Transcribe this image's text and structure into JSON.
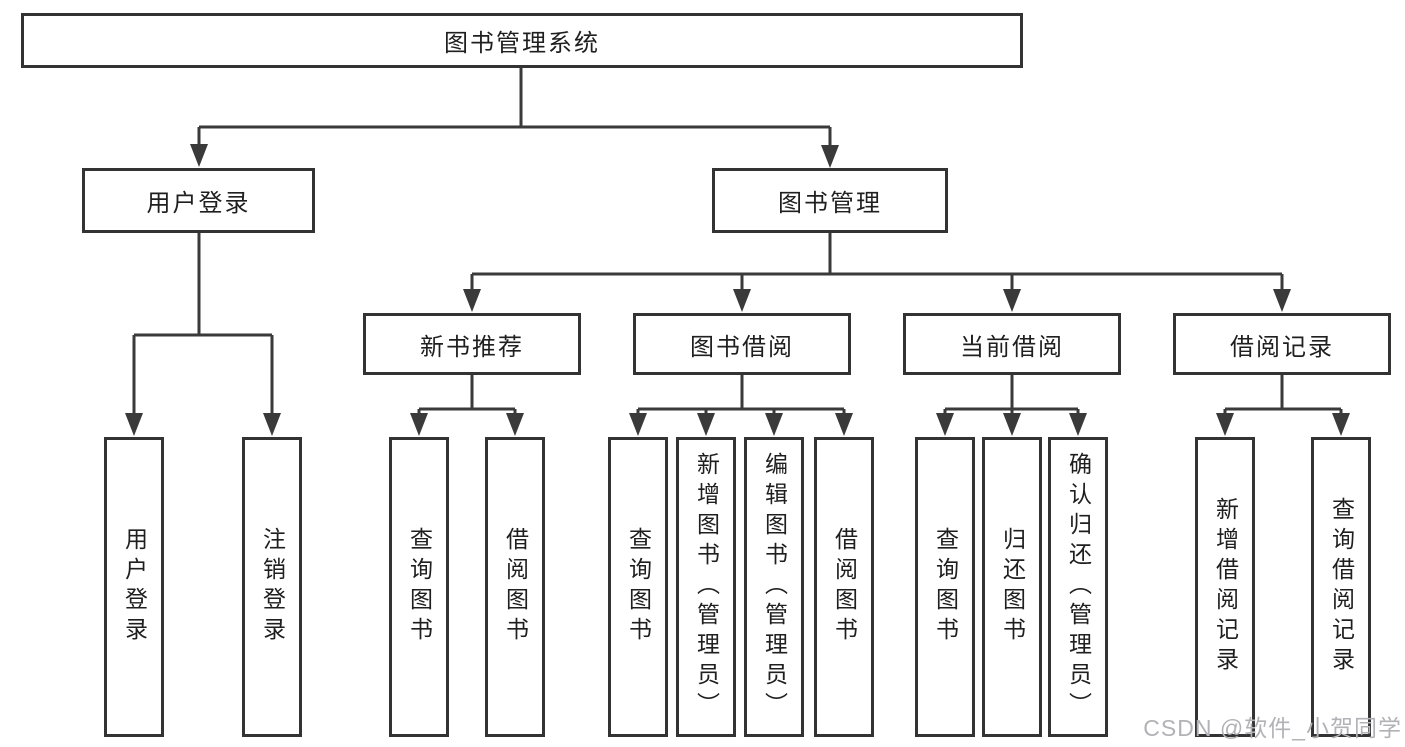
{
  "diagram": {
    "root": {
      "label": "图书管理系统"
    },
    "level2": [
      {
        "label": "用户登录",
        "children": [
          {
            "label": "用户登录"
          },
          {
            "label": "注销登录"
          }
        ]
      },
      {
        "label": "图书管理",
        "children": [
          {
            "label": "新书推荐",
            "children": [
              {
                "label": "查询图书"
              },
              {
                "label": "借阅图书"
              }
            ]
          },
          {
            "label": "图书借阅",
            "children": [
              {
                "label": "查询图书"
              },
              {
                "label": "新增图书（管理员）"
              },
              {
                "label": "编辑图书（管理员）"
              },
              {
                "label": "借阅图书"
              }
            ]
          },
          {
            "label": "当前借阅",
            "children": [
              {
                "label": "查询图书"
              },
              {
                "label": "归还图书"
              },
              {
                "label": "确认归还（管理员）"
              }
            ]
          },
          {
            "label": "借阅记录",
            "children": [
              {
                "label": "新增借阅记录"
              },
              {
                "label": "查询借阅记录"
              }
            ]
          }
        ]
      }
    ]
  },
  "watermark": {
    "text": "CSDN @软件_小贺同学"
  },
  "colors": {
    "line": "#3a3a3a",
    "border": "#333333",
    "text": "#1f1f1f",
    "watermark": "#b2b2b6",
    "background": "#ffffff"
  }
}
